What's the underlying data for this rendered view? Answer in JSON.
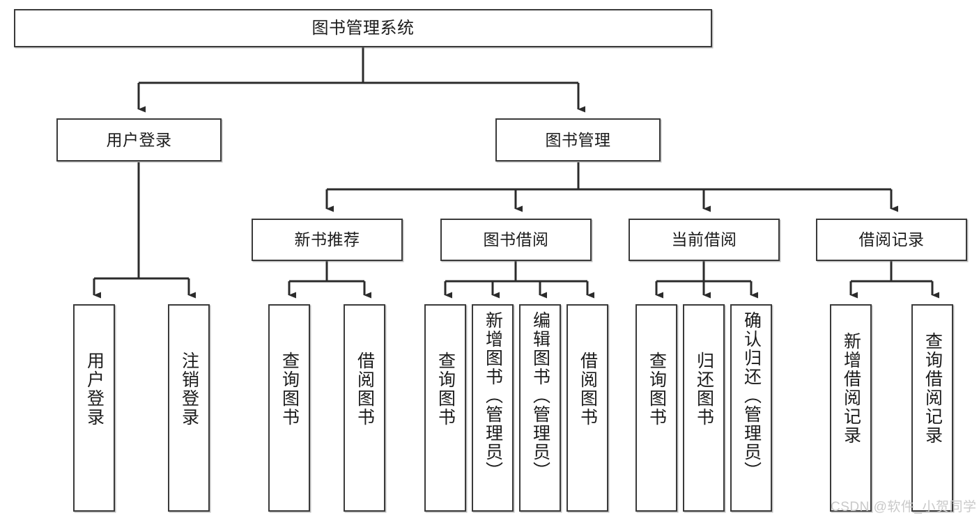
{
  "diagram": {
    "title": "图书管理系统",
    "type": "hierarchy-tree",
    "watermark": "CSDN @软件_小贺同学",
    "colors": {
      "box_border": "#3a3a3a",
      "box_fill": "#ffffff",
      "connector": "#2b2b2b",
      "text": "#1b1b1b",
      "watermark": "#c9c9c9"
    },
    "levels": {
      "root": {
        "label": "图书管理系统"
      },
      "level2": [
        {
          "label": "用户登录"
        },
        {
          "label": "图书管理"
        }
      ],
      "level3": [
        {
          "label": "新书推荐"
        },
        {
          "label": "图书借阅"
        },
        {
          "label": "当前借阅"
        },
        {
          "label": "借阅记录"
        }
      ],
      "leaves": {
        "user_login": [
          {
            "label": "用户登录"
          },
          {
            "label": "注销登录"
          }
        ],
        "new_book_recommend": [
          {
            "label": "查询图书"
          },
          {
            "label": "借阅图书"
          }
        ],
        "book_borrow": [
          {
            "label": "查询图书"
          },
          {
            "label": "新增图书（管理员）"
          },
          {
            "label": "编辑图书（管理员）"
          },
          {
            "label": "借阅图书"
          }
        ],
        "current_borrow": [
          {
            "label": "查询图书"
          },
          {
            "label": "归还图书"
          },
          {
            "label": "确认归还（管理员）"
          }
        ],
        "borrow_record": [
          {
            "label": "新增借阅记录"
          },
          {
            "label": "查询借阅记录"
          }
        ]
      }
    }
  }
}
